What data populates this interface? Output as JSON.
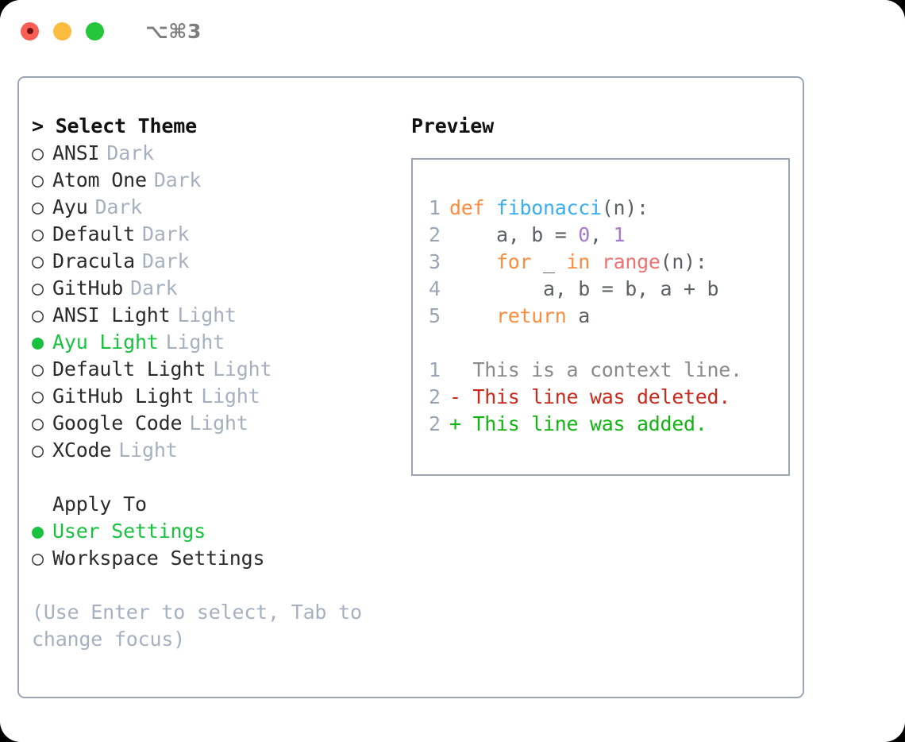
{
  "titlebar": {
    "buttons": [
      {
        "name": "close",
        "color": "#fa5e55"
      },
      {
        "name": "minimize",
        "color": "#fcbc40"
      },
      {
        "name": "zoom",
        "color": "#25c63c"
      }
    ],
    "shortcut": "⌥⌘3"
  },
  "theme_picker": {
    "heading": "> Select Theme",
    "marker_selected": "●",
    "marker_unselected": "○",
    "accent_color": "#18c13e",
    "kind_color": "#a6b1c0",
    "items": [
      {
        "label": "ANSI",
        "kind": "Dark",
        "selected": false
      },
      {
        "label": "Atom One",
        "kind": "Dark",
        "selected": false
      },
      {
        "label": "Ayu",
        "kind": "Dark",
        "selected": false
      },
      {
        "label": "Default",
        "kind": "Dark",
        "selected": false
      },
      {
        "label": "Dracula",
        "kind": "Dark",
        "selected": false
      },
      {
        "label": "GitHub",
        "kind": "Dark",
        "selected": false
      },
      {
        "label": "ANSI Light",
        "kind": "Light",
        "selected": false
      },
      {
        "label": "Ayu Light",
        "kind": "Light",
        "selected": true
      },
      {
        "label": "Default Light",
        "kind": "Light",
        "selected": false
      },
      {
        "label": "GitHub Light",
        "kind": "Light",
        "selected": false
      },
      {
        "label": "Google Code",
        "kind": "Light",
        "selected": false
      },
      {
        "label": "XCode",
        "kind": "Light",
        "selected": false
      }
    ]
  },
  "apply_to": {
    "heading": "Apply To",
    "items": [
      {
        "label": "User Settings",
        "selected": true
      },
      {
        "label": "Workspace Settings",
        "selected": false
      }
    ]
  },
  "hint": "(Use Enter to select, Tab to change focus)",
  "preview": {
    "heading": "Preview",
    "border_color": "#9aa6b4",
    "code_lines": [
      {
        "number": "1",
        "tokens": [
          {
            "text": "def ",
            "cls": "tok-kw"
          },
          {
            "text": "fibonacci",
            "cls": "tok-fn"
          },
          {
            "text": "(n):",
            "cls": "tok-punc"
          }
        ]
      },
      {
        "number": "2",
        "tokens": [
          {
            "text": "    a, b = ",
            "cls": "tok-plain"
          },
          {
            "text": "0",
            "cls": "tok-num"
          },
          {
            "text": ", ",
            "cls": "tok-plain"
          },
          {
            "text": "1",
            "cls": "tok-num"
          }
        ]
      },
      {
        "number": "3",
        "tokens": [
          {
            "text": "    ",
            "cls": "tok-plain"
          },
          {
            "text": "for",
            "cls": "tok-kw"
          },
          {
            "text": " _ ",
            "cls": "tok-plain"
          },
          {
            "text": "in",
            "cls": "tok-kw"
          },
          {
            "text": " ",
            "cls": "tok-plain"
          },
          {
            "text": "range",
            "cls": "tok-builtin"
          },
          {
            "text": "(n):",
            "cls": "tok-punc"
          }
        ]
      },
      {
        "number": "4",
        "tokens": [
          {
            "text": "        a, b = b, a + b",
            "cls": "tok-plain"
          }
        ]
      },
      {
        "number": "5",
        "tokens": [
          {
            "text": "    ",
            "cls": "tok-plain"
          },
          {
            "text": "return",
            "cls": "tok-kw"
          },
          {
            "text": " a",
            "cls": "tok-plain"
          }
        ]
      }
    ],
    "diff_lines": [
      {
        "number": "1",
        "text": "  This is a context line.",
        "cls": "diff-context"
      },
      {
        "number": "2",
        "text": "- This line was deleted.",
        "cls": "diff-del"
      },
      {
        "number": "2",
        "text": "+ This line was added.",
        "cls": "diff-add"
      }
    ]
  }
}
